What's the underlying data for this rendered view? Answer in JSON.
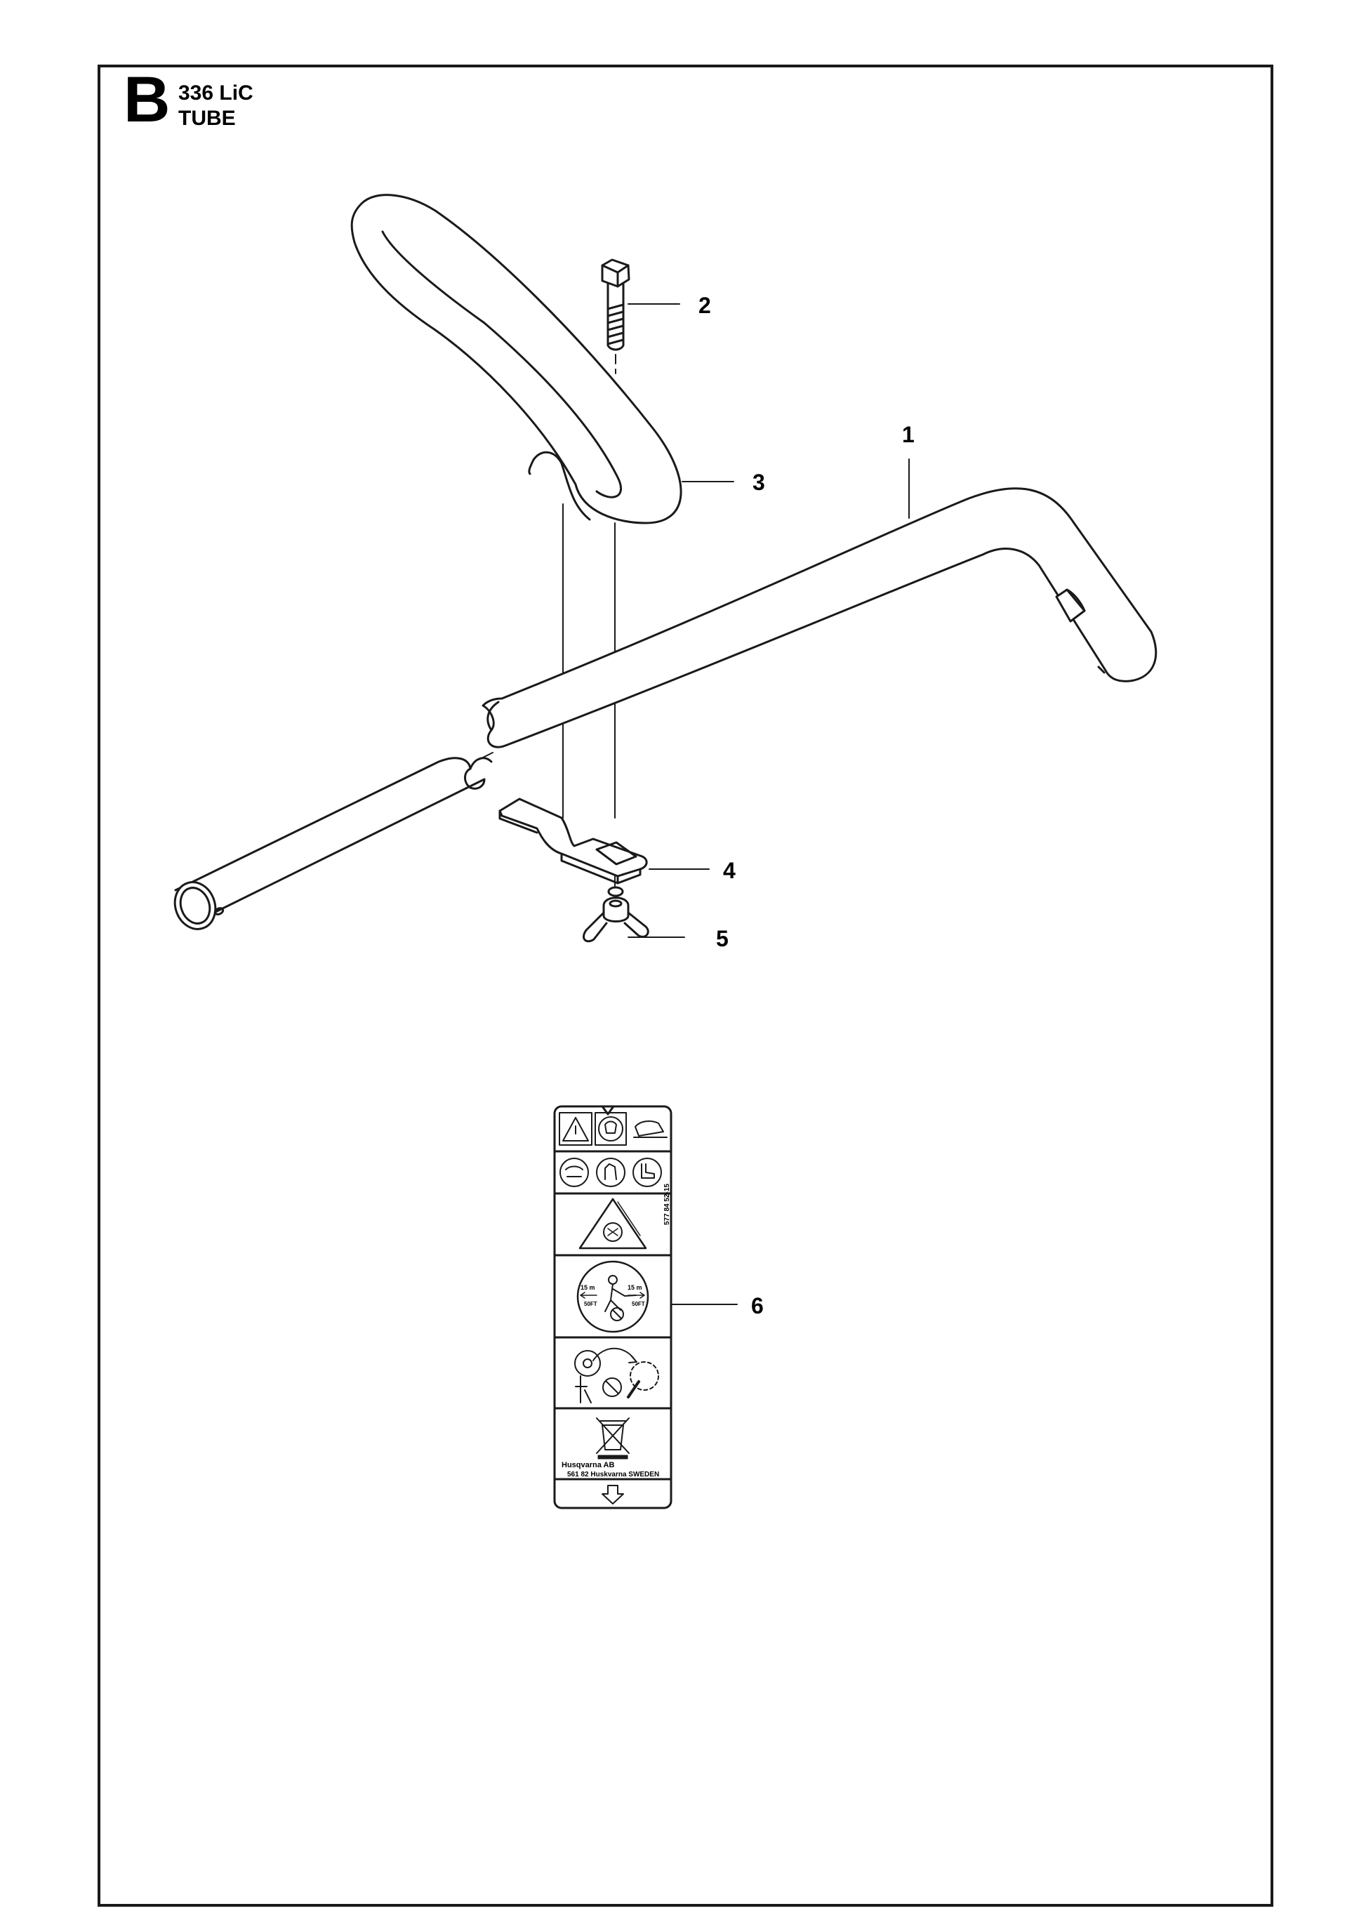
{
  "header": {
    "section_letter": "B",
    "model": "336 LiC",
    "group": "TUBE"
  },
  "callouts": [
    "1",
    "2",
    "3",
    "4",
    "5",
    "6"
  ],
  "decal": {
    "line1": "Husqvarna AB",
    "line2": "561 82 Huskvarna SWEDEN",
    "part_number": "577 84 52-15",
    "distance_left": "15 m",
    "distance_left_ft": "50FT",
    "distance_right": "15 m",
    "distance_right_ft": "50FT"
  }
}
